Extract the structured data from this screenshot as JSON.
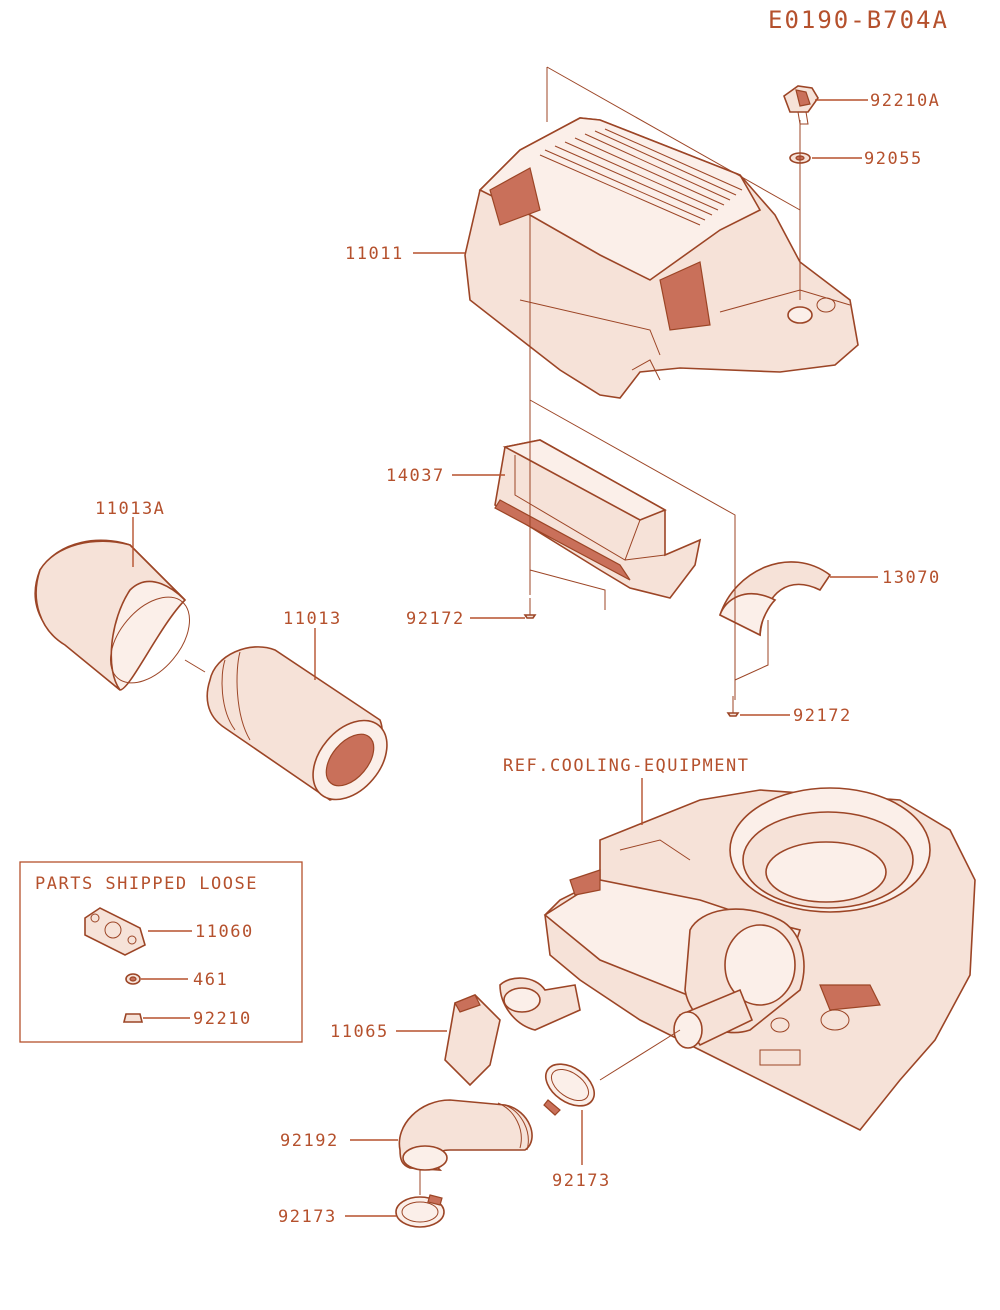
{
  "diagram_code": "E0190-B704A",
  "labels": {
    "p92210A": "92210A",
    "p92055": "92055",
    "p11011": "11011",
    "p14037": "14037",
    "p11013A": "11013A",
    "p13070": "13070",
    "p92172a": "92172",
    "p11013": "11013",
    "p92172b": "92172",
    "ref_cooling": "REF.COOLING-EQUIPMENT",
    "p11060": "11060",
    "p461": "461",
    "p92210": "92210",
    "p11065": "11065",
    "p92192": "92192",
    "p92173a": "92173",
    "p92173b": "92173"
  },
  "parts_loose_title": "PARTS SHIPPED LOOSE",
  "colors": {
    "line": "#b5512d",
    "fill": "#f6e2d8"
  }
}
